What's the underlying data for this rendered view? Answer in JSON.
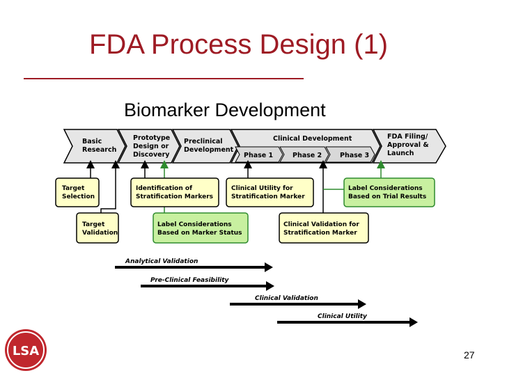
{
  "slide": {
    "title": "FDA Process Design (1)",
    "subtitle": "Biomarker Development",
    "page_number": "27",
    "logo_text": "LSA"
  },
  "pipeline": {
    "stage_basic_1": "Basic",
    "stage_basic_2": "Research",
    "stage_proto_1": "Prototype",
    "stage_proto_2": "Design or",
    "stage_proto_3": "Discovery",
    "stage_preclin_1": "Preclinical",
    "stage_preclin_2": "Development",
    "stage_clinical": "Clinical Development",
    "phase1": "Phase 1",
    "phase2": "Phase 2",
    "phase3": "Phase 3",
    "stage_fda_1": "FDA Filing/",
    "stage_fda_2": "Approval &",
    "stage_fda_3": "Launch"
  },
  "boxes": {
    "target_sel_1": "Target",
    "target_sel_2": "Selection",
    "ident_1": "Identification of",
    "ident_2": "Stratification Markers",
    "clin_util_1": "Clinical Utility for",
    "clin_util_2": "Stratification Marker",
    "label_trial_1": "Label Considerations",
    "label_trial_2": "Based on Trial Results",
    "target_val_1": "Target",
    "target_val_2": "Validation",
    "label_marker_1": "Label Considerations",
    "label_marker_2": "Based on Marker Status",
    "clin_val_1": "Clinical Validation for",
    "clin_val_2": "Stratification Marker"
  },
  "timeline": {
    "analytical": "Analytical Validation",
    "preclinical": "Pre-Clinical Feasibility",
    "clinical_validation": "Clinical Validation",
    "clinical_utility": "Clinical Utility"
  },
  "colors": {
    "title": "#9e1b24",
    "box_yellow": "#ffffc8",
    "box_green": "#c8f0a0",
    "stage_gray": "#e6e6e6",
    "green_arrow": "#2e8b2e",
    "logo_red": "#c0272d"
  }
}
